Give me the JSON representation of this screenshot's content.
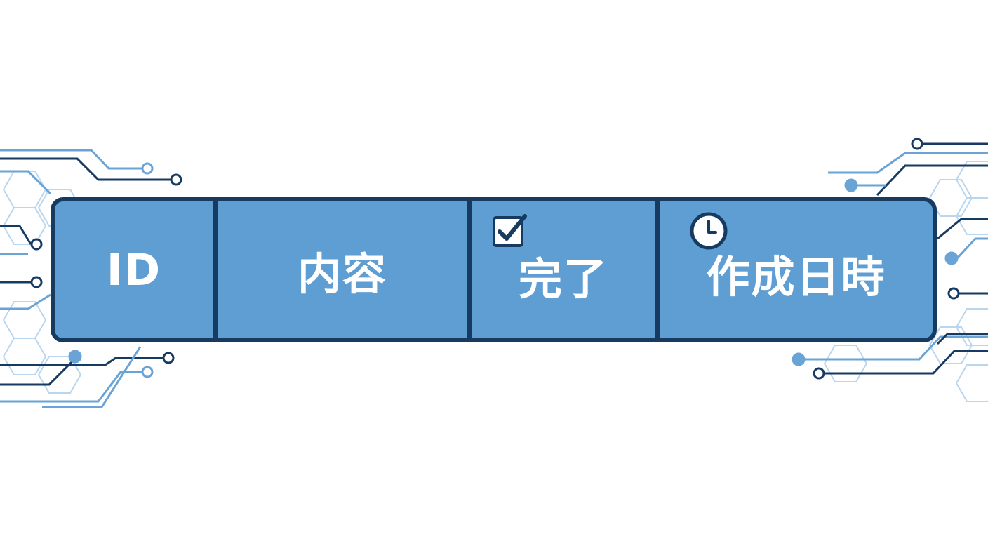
{
  "table_header": {
    "columns": [
      {
        "label": "ID"
      },
      {
        "label": "内容"
      },
      {
        "label": "完了",
        "icon": "checkbox-checked-icon"
      },
      {
        "label": "作成日時",
        "icon": "clock-icon"
      }
    ]
  },
  "colors": {
    "header_fill": "#5e9ed3",
    "border": "#173a61",
    "text": "#ffffff",
    "circuit_dark": "#173a61",
    "circuit_light": "#6aa3d5",
    "hexagon": "#b9d6ee"
  }
}
